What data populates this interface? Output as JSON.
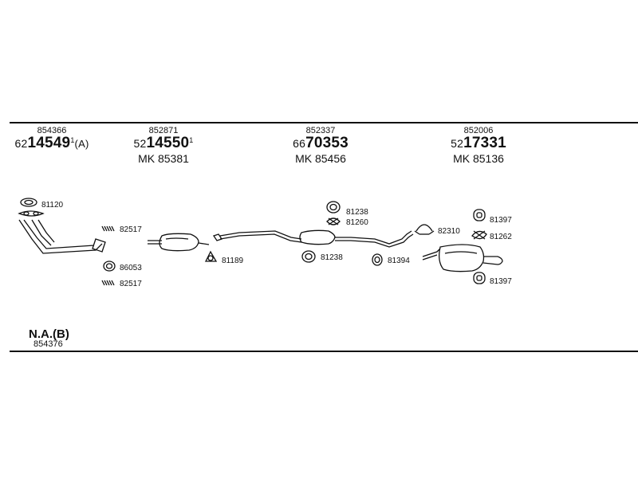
{
  "groups": [
    {
      "top_code": "854366",
      "prefix": "62",
      "main": "14549",
      "sup": "1",
      "suffix": "(A)",
      "mk": ""
    },
    {
      "top_code": "852871",
      "prefix": "52",
      "main": "14550",
      "sup": "1",
      "suffix": "",
      "mk": "MK  85381"
    },
    {
      "top_code": "852337",
      "prefix": "66",
      "main": "70353",
      "sup": "",
      "suffix": "",
      "mk": "MK  85456"
    },
    {
      "top_code": "852006",
      "prefix": "52",
      "main": "17331",
      "sup": "",
      "suffix": "",
      "mk": "MK  85136"
    }
  ],
  "parts": {
    "p81120": "81120",
    "p82517a": "82517",
    "p86053": "86053",
    "p82517b": "82517",
    "p81189": "81189",
    "p81238a": "81238",
    "p81260": "81260",
    "p81238b": "81238",
    "p81394": "81394",
    "p82310": "82310",
    "p81397a": "81397",
    "p81262": "81262",
    "p81397b": "81397"
  },
  "footer": {
    "na_label": "N.A.",
    "na_suffix": "(B)",
    "code": "854376"
  }
}
